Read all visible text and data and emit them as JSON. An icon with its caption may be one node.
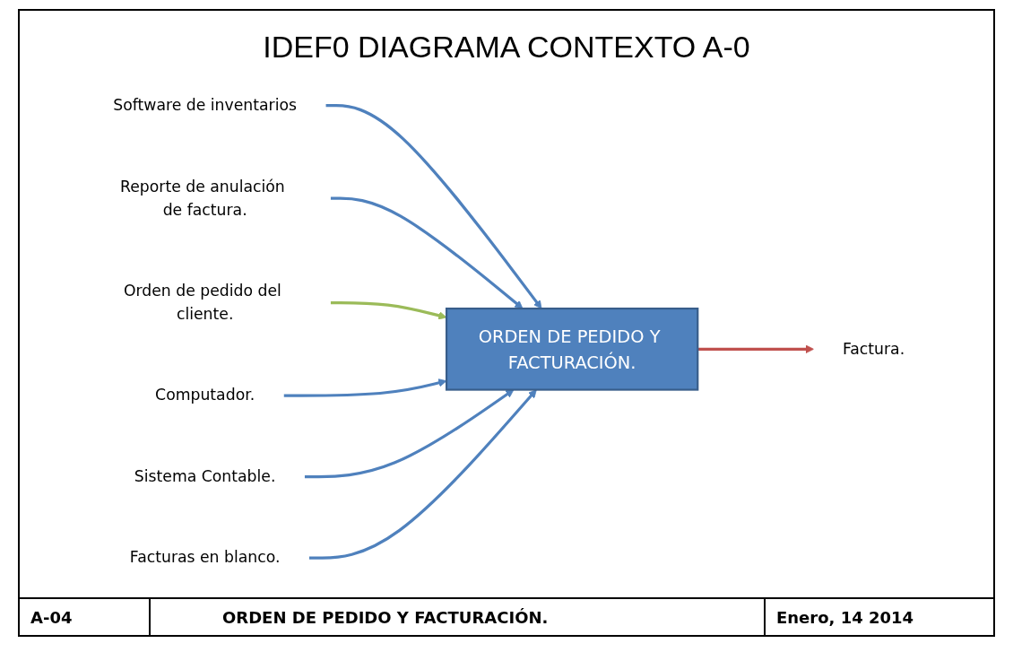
{
  "diagram": {
    "title": "IDEF0 DIAGRAMA CONTEXTO A-0",
    "nodes": [
      {
        "text": [
          "Software de inventarios"
        ]
      },
      {
        "text": [
          "Reporte de anulación de factura."
        ]
      },
      {
        "text": [
          "Orden de pedido del cliente."
        ]
      },
      {
        "text": [
          "ORDEN DE PEDIDO Y FACTURACIÓN."
        ]
      },
      {
        "text": [
          "Factura."
        ]
      },
      {
        "text": [
          "Computador."
        ]
      },
      {
        "text": [
          "Sistema Contable."
        ]
      },
      {
        "text": [
          "Facturas en blanco."
        ]
      }
    ],
    "edges": [
      {
        "from": 0,
        "to": 3,
        "arrow": "to"
      },
      {
        "from": 1,
        "to": 3,
        "arrow": "to"
      },
      {
        "from": 2,
        "to": 3,
        "arrow": "to",
        "color": "#9bbb59"
      },
      {
        "from": 3,
        "to": 4,
        "arrow": "to",
        "color": "#c0504d"
      },
      {
        "from": 5,
        "to": 3,
        "arrow": "to"
      },
      {
        "from": 6,
        "to": 3,
        "arrow": "to"
      },
      {
        "from": 7,
        "to": 3,
        "arrow": "to"
      }
    ],
    "labels": [
      "A-04",
      "ORDEN DE PEDIDO Y FACTURACIÓN.",
      "Enero, 14 2014"
    ]
  }
}
